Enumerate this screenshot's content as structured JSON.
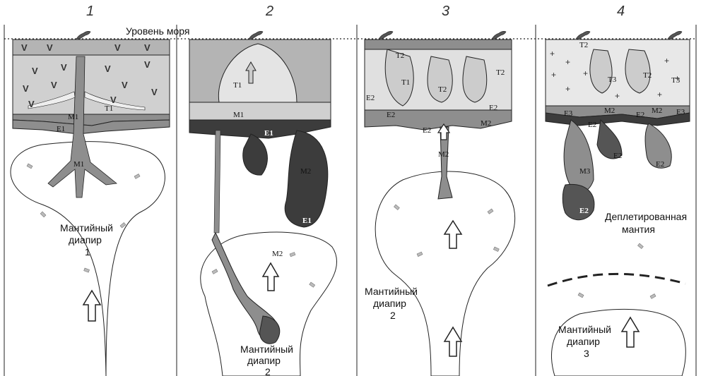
{
  "panel_numbers": [
    "1",
    "2",
    "3",
    "4"
  ],
  "sea_level_label": "Уровень моря",
  "crust_marks": {
    "volcanics": "V",
    "granite": "+"
  },
  "unit_labels": {
    "M1": "M1",
    "M2": "M2",
    "M3": "M3",
    "E1": "E1",
    "E2": "E2",
    "E3": "E3",
    "T1": "T1",
    "T2": "T2",
    "T3": "T3"
  },
  "diapirs": {
    "panel1": {
      "line1": "Мантийный",
      "line2": "диапир",
      "line3": "1"
    },
    "panel2": {
      "line1": "Мантийный",
      "line2": "диапир",
      "line3": "2"
    },
    "panel3": {
      "line1": "Мантийный",
      "line2": "диапир",
      "line3": "2"
    },
    "panel4": {
      "line1": "Мантийный",
      "line2": "диапир",
      "line3": "3"
    }
  },
  "depleted_mantle": {
    "line1": "Деплетированная",
    "line2": "мантия"
  },
  "colors": {
    "crust_light": "#d0d0d0",
    "crust_mid": "#b4b4b4",
    "mantle_mid": "#8e8e8e",
    "eclogite_dark": "#3c3c3c",
    "outline": "#222222"
  }
}
